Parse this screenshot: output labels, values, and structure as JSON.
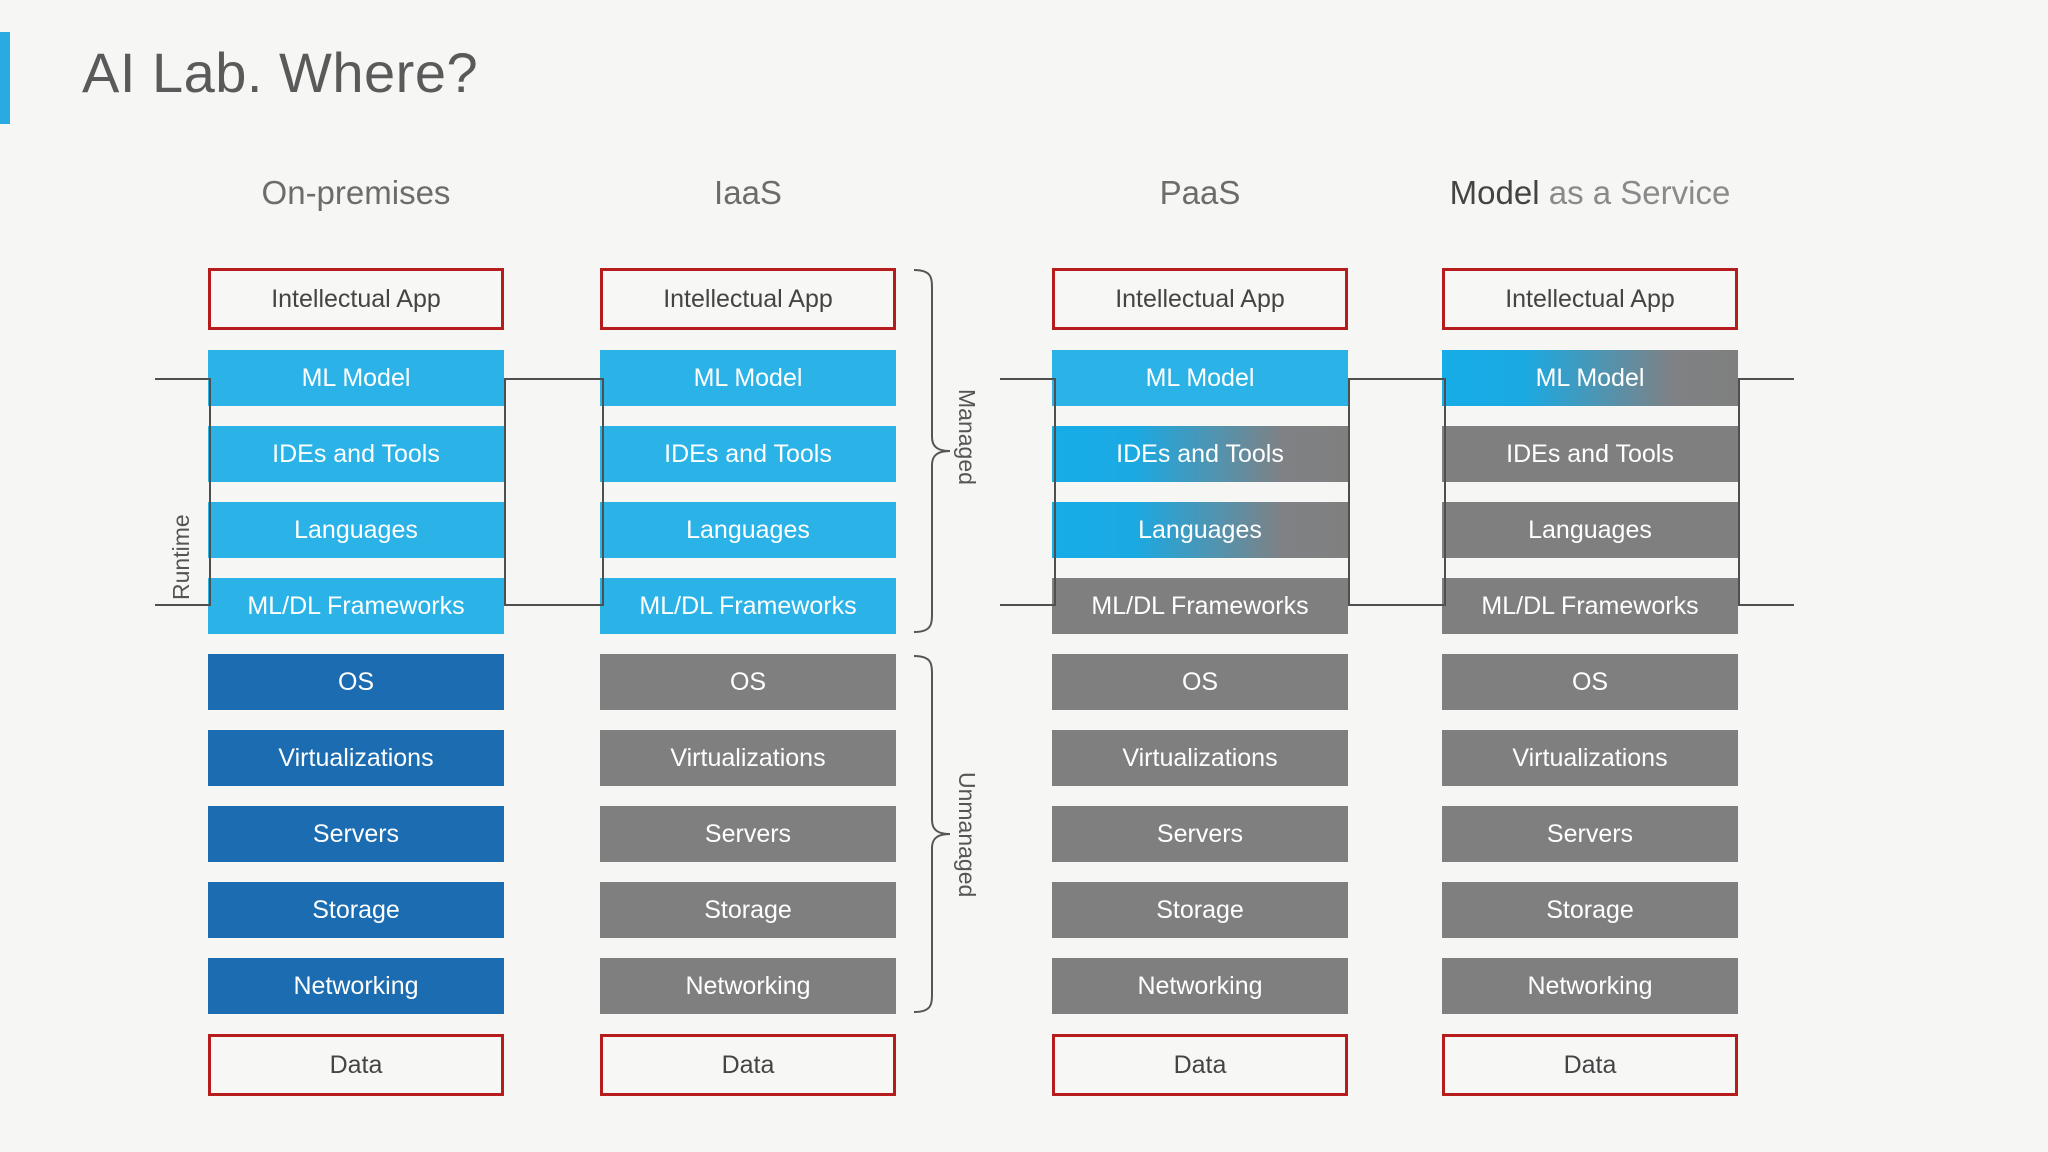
{
  "slide": {
    "title": "AI Lab. Where?",
    "accent_color": "#29ABE2",
    "background_color": "#f6f6f4"
  },
  "colors": {
    "cyan": "#2BB3E8",
    "gray": "#7F7F7F",
    "navy": "#1B6CB0",
    "outline_red": "#B71C1C",
    "box_fill_white": "#f7f7f5",
    "bracket_line": "#4f4f4f"
  },
  "columns": [
    {
      "id": "on-premises",
      "heading": "On-premises",
      "heading_strong": "",
      "heading_light": "",
      "runtime_label": "Runtime",
      "rows": [
        {
          "label": "Intellectual App",
          "style": "outline"
        },
        {
          "label": "ML Model",
          "style": "cyan"
        },
        {
          "label": "IDEs and Tools",
          "style": "cyan"
        },
        {
          "label": "Languages",
          "style": "cyan"
        },
        {
          "label": "ML/DL Frameworks",
          "style": "cyan"
        },
        {
          "label": "OS",
          "style": "navy"
        },
        {
          "label": "Virtualizations",
          "style": "navy"
        },
        {
          "label": "Servers",
          "style": "navy"
        },
        {
          "label": "Storage",
          "style": "navy"
        },
        {
          "label": "Networking",
          "style": "navy"
        },
        {
          "label": "Data",
          "style": "outline"
        }
      ]
    },
    {
      "id": "iaas",
      "heading": "IaaS",
      "heading_strong": "",
      "heading_light": "",
      "managed_label": "Managed",
      "unmanaged_label": "Unmanaged",
      "rows": [
        {
          "label": "Intellectual App",
          "style": "outline"
        },
        {
          "label": "ML Model",
          "style": "cyan"
        },
        {
          "label": "IDEs and Tools",
          "style": "cyan"
        },
        {
          "label": "Languages",
          "style": "cyan"
        },
        {
          "label": "ML/DL Frameworks",
          "style": "cyan"
        },
        {
          "label": "OS",
          "style": "gray"
        },
        {
          "label": "Virtualizations",
          "style": "gray"
        },
        {
          "label": "Servers",
          "style": "gray"
        },
        {
          "label": "Storage",
          "style": "gray"
        },
        {
          "label": "Networking",
          "style": "gray"
        },
        {
          "label": "Data",
          "style": "outline"
        }
      ]
    },
    {
      "id": "paas",
      "heading": "PaaS",
      "heading_strong": "",
      "heading_light": "",
      "rows": [
        {
          "label": "Intellectual App",
          "style": "outline"
        },
        {
          "label": "ML Model",
          "style": "cyan"
        },
        {
          "label": "IDEs and Tools",
          "style": "grad-cg"
        },
        {
          "label": "Languages",
          "style": "grad-cg"
        },
        {
          "label": "ML/DL Frameworks",
          "style": "gray"
        },
        {
          "label": "OS",
          "style": "gray"
        },
        {
          "label": "Virtualizations",
          "style": "gray"
        },
        {
          "label": "Servers",
          "style": "gray"
        },
        {
          "label": "Storage",
          "style": "gray"
        },
        {
          "label": "Networking",
          "style": "gray"
        },
        {
          "label": "Data",
          "style": "outline"
        }
      ]
    },
    {
      "id": "model-as-a-service",
      "heading": "",
      "heading_strong": "Model",
      "heading_light": " as a Service",
      "rows": [
        {
          "label": "Intellectual App",
          "style": "outline"
        },
        {
          "label": "ML Model",
          "style": "grad-cg"
        },
        {
          "label": "IDEs and Tools",
          "style": "gray"
        },
        {
          "label": "Languages",
          "style": "gray"
        },
        {
          "label": "ML/DL Frameworks",
          "style": "gray"
        },
        {
          "label": "OS",
          "style": "gray"
        },
        {
          "label": "Virtualizations",
          "style": "gray"
        },
        {
          "label": "Servers",
          "style": "gray"
        },
        {
          "label": "Storage",
          "style": "gray"
        },
        {
          "label": "Networking",
          "style": "gray"
        },
        {
          "label": "Data",
          "style": "outline"
        }
      ]
    }
  ]
}
